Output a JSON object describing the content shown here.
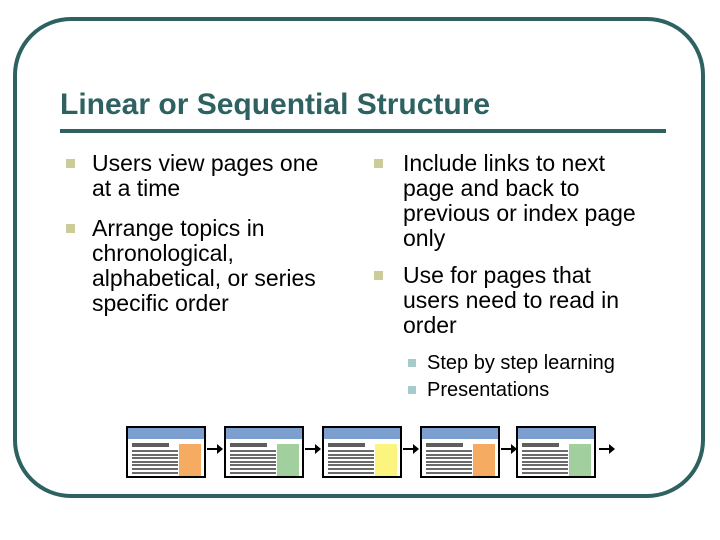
{
  "slide": {
    "title": "Linear or Sequential Structure",
    "left_bullets": [
      "Users view pages one\nat a time",
      "Arrange topics in\nchronological,\nalphabetical, or series\nspecific order"
    ],
    "right_bullets": [
      "Include links to next\npage and back to\nprevious or index page\nonly",
      "Use for pages that\nusers need to read in\norder"
    ],
    "sub_bullets": [
      "Step by step learning",
      "Presentations"
    ],
    "diagram": {
      "icon": "linear-page-sequence",
      "pages": [
        {
          "label": "page-1",
          "color": "#F6AB62"
        },
        {
          "label": "page-2",
          "color": "#A2CF9E"
        },
        {
          "label": "page-3",
          "color": "#FBF47F"
        },
        {
          "label": "page-4",
          "color": "#F6AB62"
        },
        {
          "label": "page-5",
          "color": "#A2CF9E"
        }
      ]
    },
    "colors": {
      "accent_teal": "#2E6161",
      "bullet_khaki": "#CCCC99",
      "sub_bullet_teal": "#A6CBCB",
      "page_header_blue": "#7D9FD0",
      "page_text_gray": "#6B6B6B",
      "body_text": "#000000"
    }
  }
}
